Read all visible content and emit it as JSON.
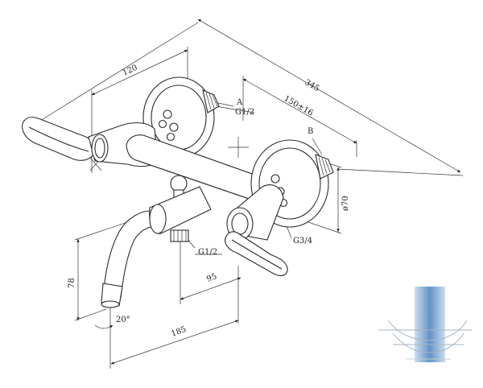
{
  "dimensions": {
    "overall_width": "345",
    "handle_span": "120",
    "eccentric_span": "150±16",
    "escutcheon_diameter": "ø70",
    "spout_height": "78",
    "spout_reach": "185",
    "spout_offset": "95",
    "spout_angle": "20°"
  },
  "callouts": {
    "inlet_a_letter": "A",
    "inlet_a_thread": "G1/2",
    "inlet_b_letter": "B",
    "inlet_b_thread": "G3/4",
    "outlet_thread": "G1/2"
  },
  "watermark": {
    "icon": "faucet-watermark-icon",
    "accent": "#3b7fc4"
  }
}
